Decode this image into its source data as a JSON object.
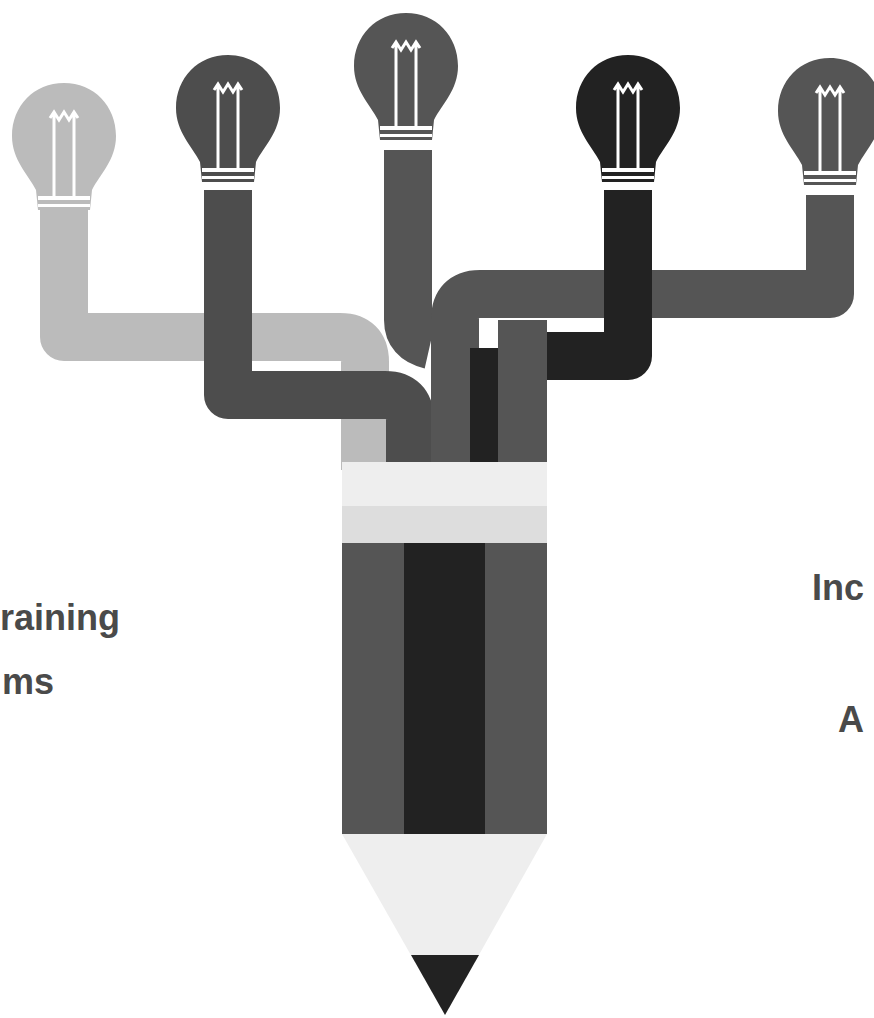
{
  "diagram": {
    "labels": [
      "raining",
      "ms",
      "Inc",
      "A"
    ]
  }
}
